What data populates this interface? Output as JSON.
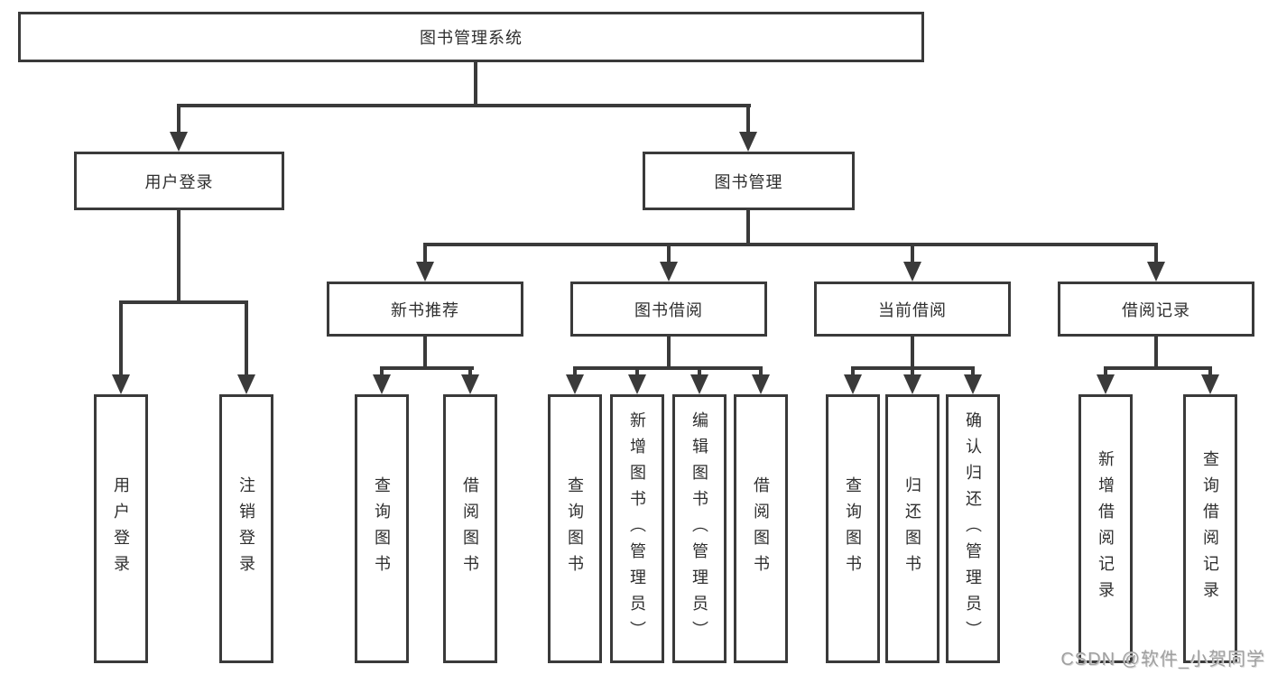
{
  "diagram": {
    "type": "tree-diagram",
    "tree": {
      "label": "图书管理系统",
      "children": [
        {
          "label": "用户登录",
          "children": [
            {
              "label": "用户登录"
            },
            {
              "label": "注销登录"
            }
          ]
        },
        {
          "label": "图书管理",
          "children": [
            {
              "label": "新书推荐",
              "children": [
                {
                  "label": "查询图书"
                },
                {
                  "label": "借阅图书"
                }
              ]
            },
            {
              "label": "图书借阅",
              "children": [
                {
                  "label": "查询图书"
                },
                {
                  "label": "新增图书（管理员）"
                },
                {
                  "label": "编辑图书（管理员）"
                },
                {
                  "label": "借阅图书"
                }
              ]
            },
            {
              "label": "当前借阅",
              "children": [
                {
                  "label": "查询图书"
                },
                {
                  "label": "归还图书"
                },
                {
                  "label": "确认归还（管理员）"
                }
              ]
            },
            {
              "label": "借阅记录",
              "children": [
                {
                  "label": "新增借阅记录"
                },
                {
                  "label": "查询借阅记录"
                }
              ]
            }
          ]
        }
      ]
    },
    "colors": {
      "line": "#3a3a3a",
      "box_border": "#3a3a3a",
      "box_fill": "#ffffff",
      "text": "#2e2e2e",
      "background": "#ffffff",
      "watermark": "#a0a0a0"
    }
  },
  "watermark": {
    "text": "CSDN @软件_小贺同学"
  }
}
